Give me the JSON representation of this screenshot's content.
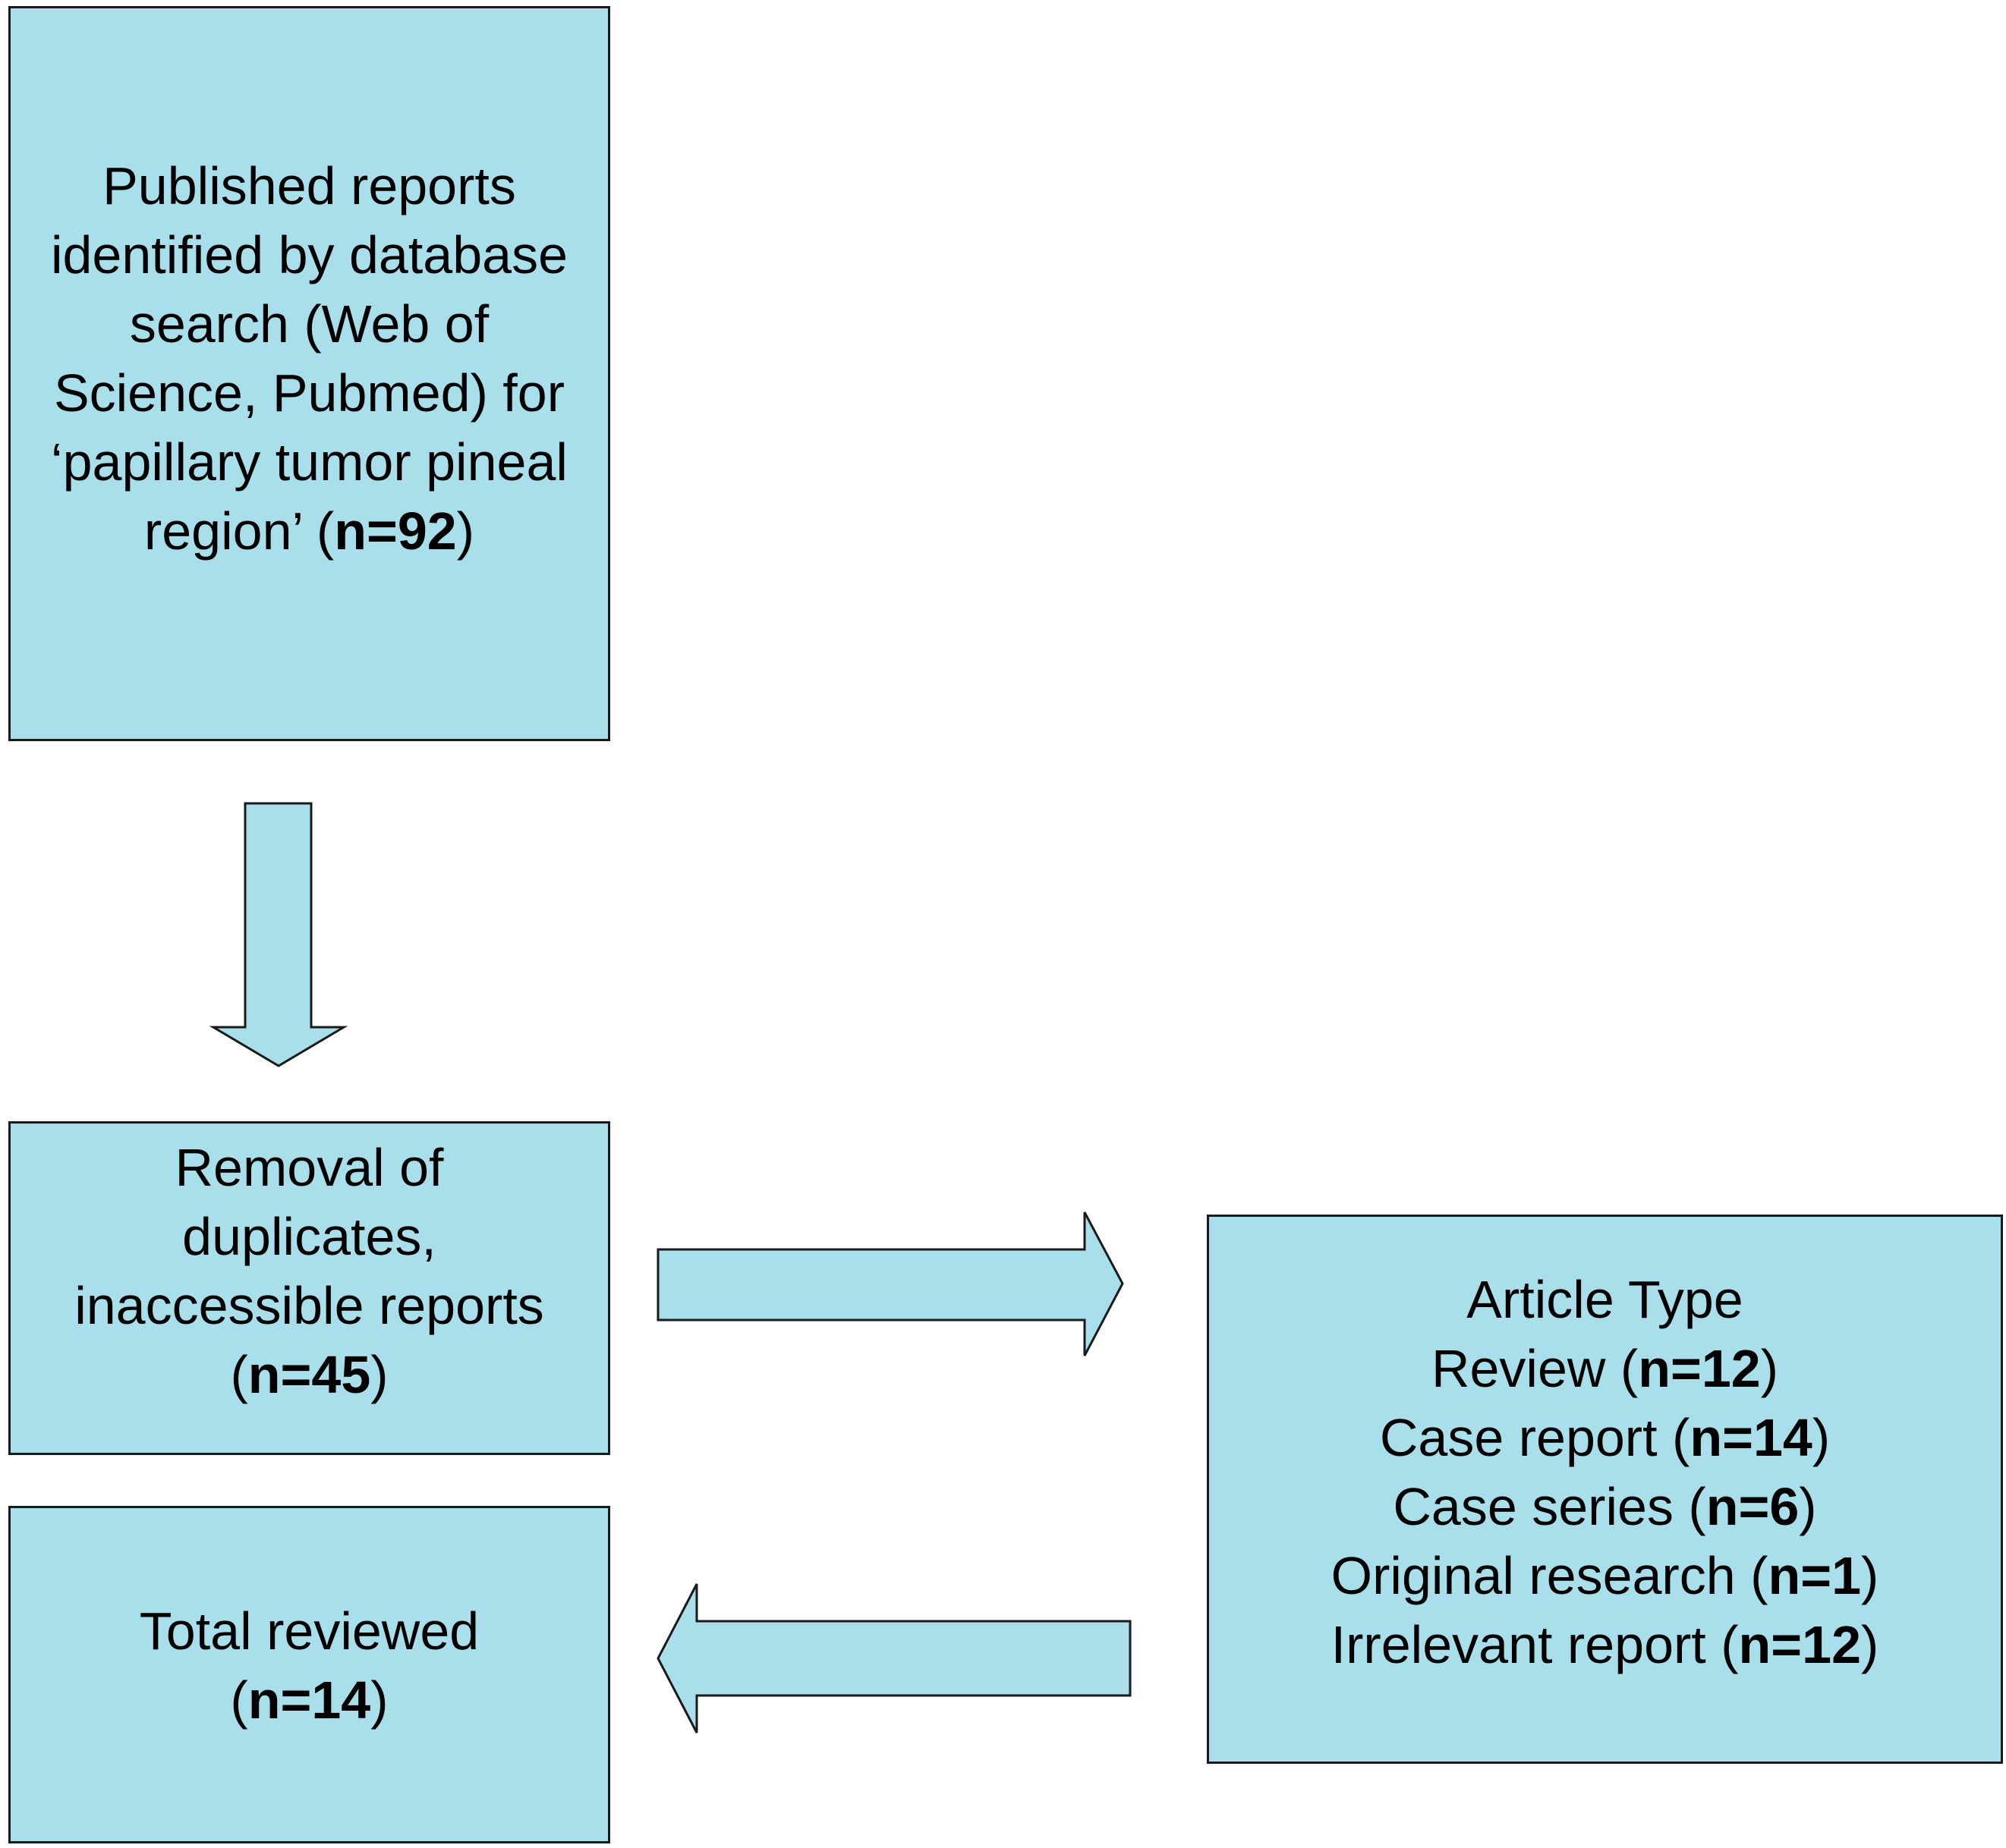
{
  "colors": {
    "box_fill": "#a8dfea",
    "border": "#1a1a1a",
    "text": "#000000"
  },
  "boxes": {
    "search": {
      "lines": [
        "Published reports",
        "identified by database",
        "search (Web of",
        "Science, Pubmed) for",
        "‘papillary tumor pineal"
      ],
      "last_prefix": "region’ (",
      "count": "n=92",
      "suffix": ")"
    },
    "removal": {
      "lines": [
        "Removal of",
        "duplicates,",
        "inaccessible reports"
      ],
      "last_prefix": "(",
      "count": "n=45",
      "suffix": ")"
    },
    "total": {
      "line": "Total reviewed",
      "last_prefix": "(",
      "count": "n=14",
      "suffix": ")"
    },
    "article_type": {
      "heading": "Article Type",
      "items": [
        {
          "label": "Review (",
          "count": "n=12",
          "suffix": ")"
        },
        {
          "label": "Case report (",
          "count": "n=14",
          "suffix": ")"
        },
        {
          "label": "Case series (",
          "count": "n=6",
          "suffix": ")"
        },
        {
          "label": "Original research (",
          "count": "n=1",
          "suffix": ")"
        },
        {
          "label": "Irrelevant report (",
          "count": "n=12",
          "suffix": ")"
        }
      ]
    }
  },
  "arrows": [
    {
      "from": "search",
      "to": "removal",
      "direction": "down"
    },
    {
      "from": "removal",
      "to": "article_type",
      "direction": "right"
    },
    {
      "from": "article_type",
      "to": "total",
      "direction": "left"
    }
  ]
}
